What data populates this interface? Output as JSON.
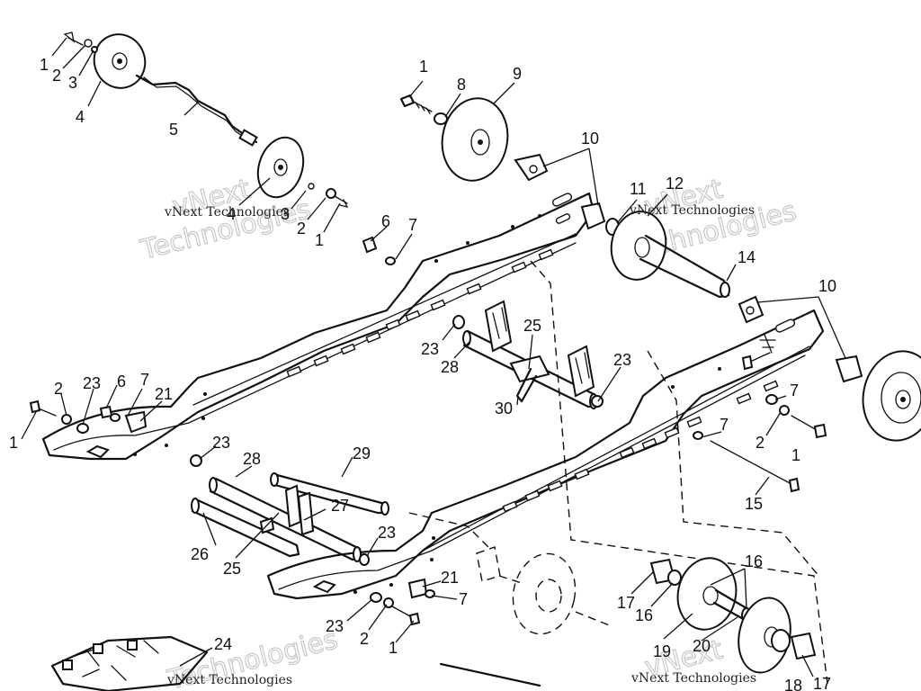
{
  "watermark": {
    "brand_small": "vNext Technologies",
    "brand_outline_1": "vNext",
    "brand_outline_2": "Technologies"
  },
  "callouts": {
    "c1": "1",
    "c2": "2",
    "c3": "3",
    "c4": "4",
    "c5": "5",
    "c6": "6",
    "c7": "7",
    "c8": "8",
    "c9": "9",
    "c10": "10",
    "c11": "11",
    "c12": "12",
    "c14": "14",
    "c15": "15",
    "c16": "16",
    "c17": "17",
    "c19": "19",
    "c20": "20",
    "c21": "21",
    "c23": "23",
    "c24": "24",
    "c25": "25",
    "c26": "26",
    "c27": "27",
    "c28": "28",
    "c29": "29",
    "c30": "30",
    "c18": "18"
  }
}
